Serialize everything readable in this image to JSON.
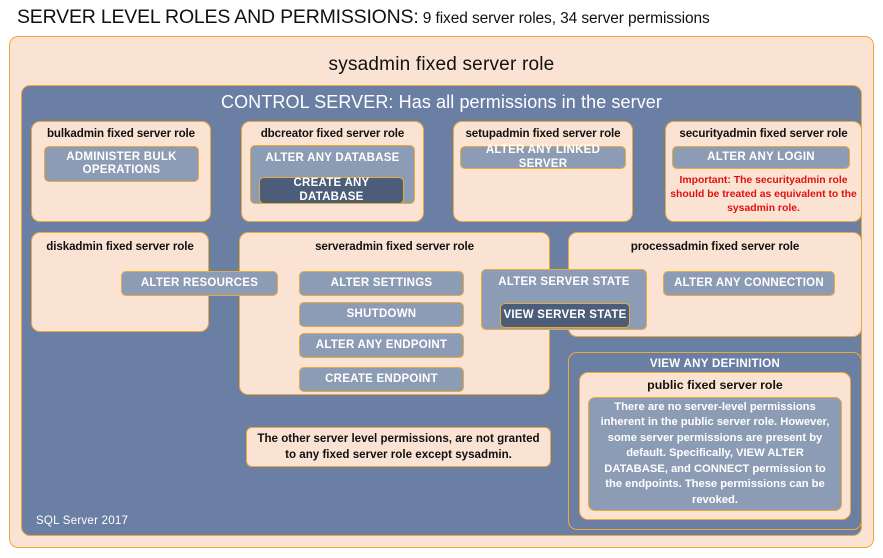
{
  "title": {
    "strong": "SERVER LEVEL ROLES AND PERMISSIONS:",
    "rest": " 9 fixed server roles, 34 server permissions"
  },
  "sysadmin": {
    "label": "sysadmin fixed server role"
  },
  "control_server": {
    "label": "CONTROL SERVER: Has all permissions in the server"
  },
  "footer": {
    "label": "SQL Server 2017"
  },
  "roles": {
    "bulkadmin": {
      "caption": "bulkadmin fixed server role",
      "permissions": [
        "ADMINISTER  BULK OPERATIONS"
      ]
    },
    "dbcreator": {
      "caption": "dbcreator fixed server role",
      "permissions": [
        "ALTER ANY DATABASE",
        "CREATE ANY DATABASE"
      ]
    },
    "setupadmin": {
      "caption": "setupadmin fixed server role",
      "permissions": [
        "ALTER ANY LINKED SERVER"
      ]
    },
    "securityadmin": {
      "caption": "securityadmin fixed server role",
      "permissions": [
        "ALTER ANY LOGIN"
      ],
      "note": "Important:  The securityadmin role should  be treated as equivalent to the sysadmin role."
    },
    "diskadmin": {
      "caption": "diskadmin fixed server role",
      "permissions": [
        "ALTER RESOURCES"
      ]
    },
    "serveradmin": {
      "caption": "serveradmin fixed server role",
      "permissions": [
        "ALTER SETTINGS",
        "SHUTDOWN",
        "ALTER ANY ENDPOINT",
        "CREATE ENDPOINT",
        "ALTER SERVER STATE",
        "VIEW SERVER STATE"
      ]
    },
    "processadmin": {
      "caption": "processadmin fixed server role",
      "permissions": [
        "ALTER ANY CONNECTION"
      ]
    },
    "public": {
      "caption": "public fixed server role",
      "header": "VIEW ANY DEFINITION",
      "body": "There are no server-level permissions inherent in the public server role. However, some server permissions are present by default. Specifically, VIEW ALTER DATABASE, and CONNECT permission to the endpoints. These permissions can be revoked."
    }
  },
  "notes": {
    "other_permissions": "The other server level permissions, are not granted to any fixed server role except sysadmin."
  },
  "colors": {
    "gold_border": "#e9a93b",
    "peach_fill": "#fbe3d4",
    "slate_fill": "#6a7fa3",
    "chip_fill": "#8d9cb5",
    "chip_dark_fill": "#4c5d7a",
    "warning_red": "#e2100f"
  }
}
